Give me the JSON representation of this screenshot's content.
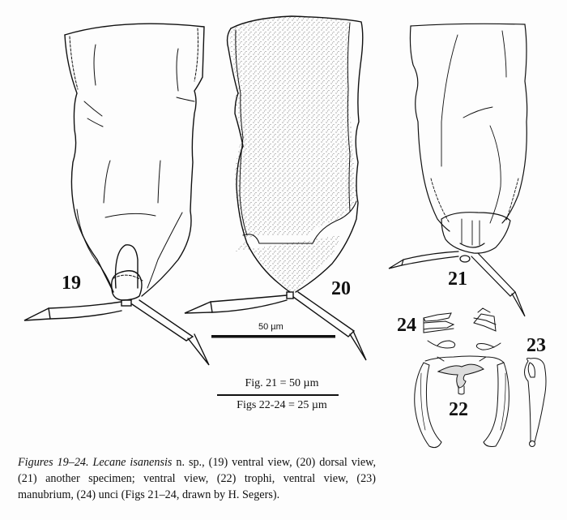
{
  "figure": {
    "panels": [
      {
        "id": "19",
        "label": "19",
        "description": "ventral view"
      },
      {
        "id": "20",
        "label": "20",
        "description": "dorsal view"
      },
      {
        "id": "21",
        "label": "21",
        "description": "another specimen; ventral view"
      },
      {
        "id": "22",
        "label": "22",
        "description": "trophi, ventral view"
      },
      {
        "id": "23",
        "label": "23",
        "description": "manubrium"
      },
      {
        "id": "24",
        "label": "24",
        "description": "unci"
      }
    ],
    "scale_bar_main": "50 µm",
    "scale_legend": {
      "top": "Fig. 21 = 50 µm",
      "bottom": "Figs 22-24 = 25 µm"
    }
  },
  "caption": {
    "lead_italic": "Figures 19–24. Lecane isanensis",
    "text": " n. sp., (19) ventral view, (20) dorsal view, (21) another specimen; ventral view, (22) trophi, ventral view, (23) manubrium, (24) unci (Figs 21–24, drawn by H. Segers)."
  }
}
